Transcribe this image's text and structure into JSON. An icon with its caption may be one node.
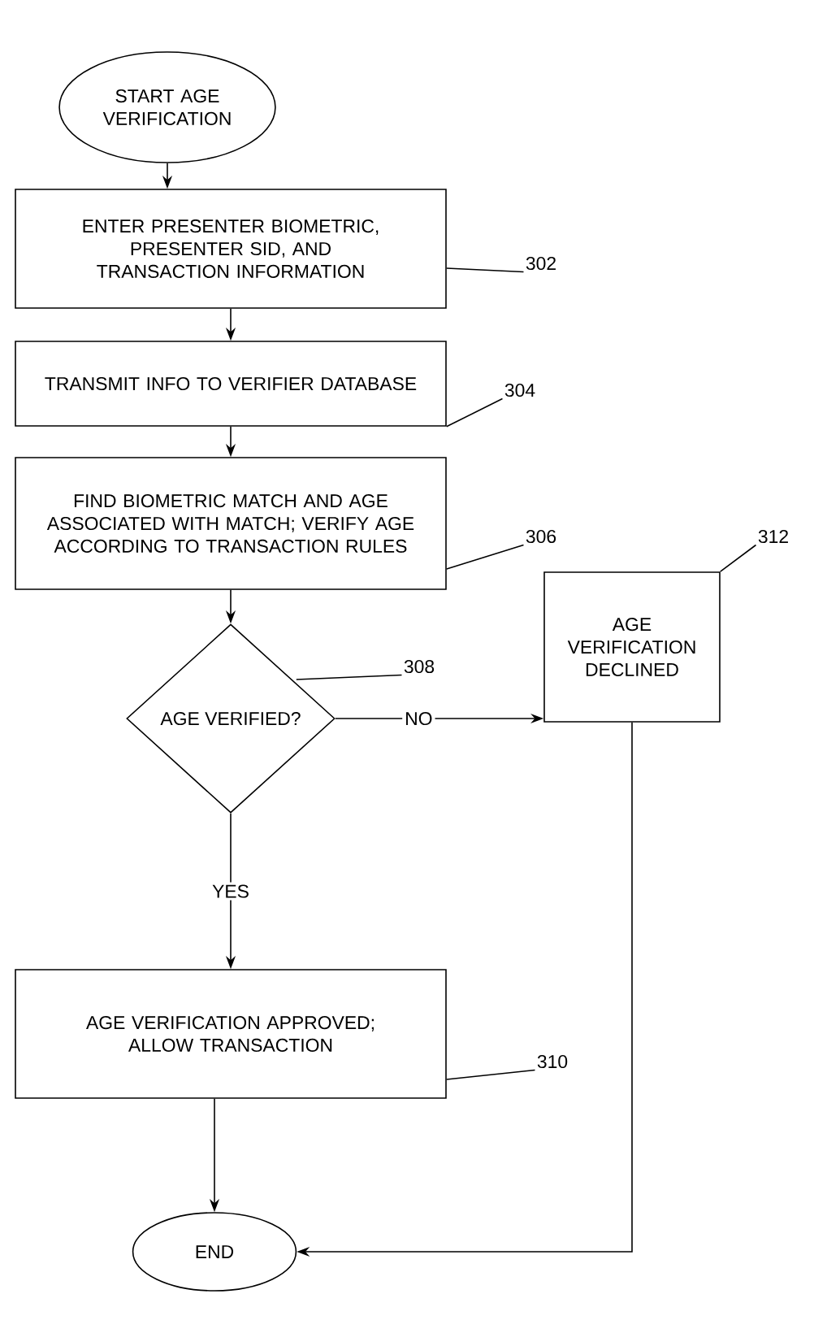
{
  "diagram": {
    "nodes": [
      {
        "text": [
          "START AGE VERIFICATION"
        ]
      },
      {
        "text": [
          "ENTER PRESENTER BIOMETRIC, PRESENTER SID, AND TRANSACTION INFORMATION"
        ]
      },
      {
        "text": [
          "TRANSMIT INFO TO VERIFIER DATABASE"
        ]
      },
      {
        "text": [
          "FIND BIOMETRIC MATCH AND AGE ASSOCIATED WITH MATCH; VERIFY AGE ACCORDING TO TRANSACTION RULES"
        ]
      },
      {
        "text": [
          "AGE VERIFIED?"
        ]
      },
      {
        "text": [
          "AGE VERIFICATION DECLINED"
        ]
      },
      {
        "text": [
          "AGE VERIFICATION APPROVED; ALLOW TRANSACTION"
        ]
      },
      {
        "text": [
          "END"
        ]
      },
      {
        "text": [
          "302"
        ]
      },
      {
        "text": [
          "304"
        ]
      },
      {
        "text": [
          "306"
        ]
      },
      {
        "text": [
          "308"
        ]
      },
      {
        "text": [
          "310"
        ]
      },
      {
        "text": [
          "312"
        ]
      }
    ],
    "edges": [
      {
        "from": 0,
        "to": 1,
        "arrow": "to"
      },
      {
        "from": 1,
        "to": 2,
        "arrow": "to"
      },
      {
        "from": 2,
        "to": 3,
        "arrow": "to"
      },
      {
        "from": 3,
        "to": 4,
        "arrow": "to"
      },
      {
        "from": 4,
        "to": 5,
        "arrow": "to",
        "label": "NO"
      },
      {
        "from": 4,
        "to": 6,
        "arrow": "to",
        "label": "YES"
      },
      {
        "from": 6,
        "to": 7,
        "arrow": "to"
      },
      {
        "from": 5,
        "to": 7,
        "arrow": "to"
      },
      {
        "from": 8,
        "to": 1,
        "arrow": "none"
      },
      {
        "from": 9,
        "to": 2,
        "arrow": "none"
      },
      {
        "from": 10,
        "to": 3,
        "arrow": "none"
      },
      {
        "from": 11,
        "to": 4,
        "arrow": "none"
      },
      {
        "from": 12,
        "to": 6,
        "arrow": "none"
      },
      {
        "from": 13,
        "to": 5,
        "arrow": "none"
      }
    ]
  }
}
